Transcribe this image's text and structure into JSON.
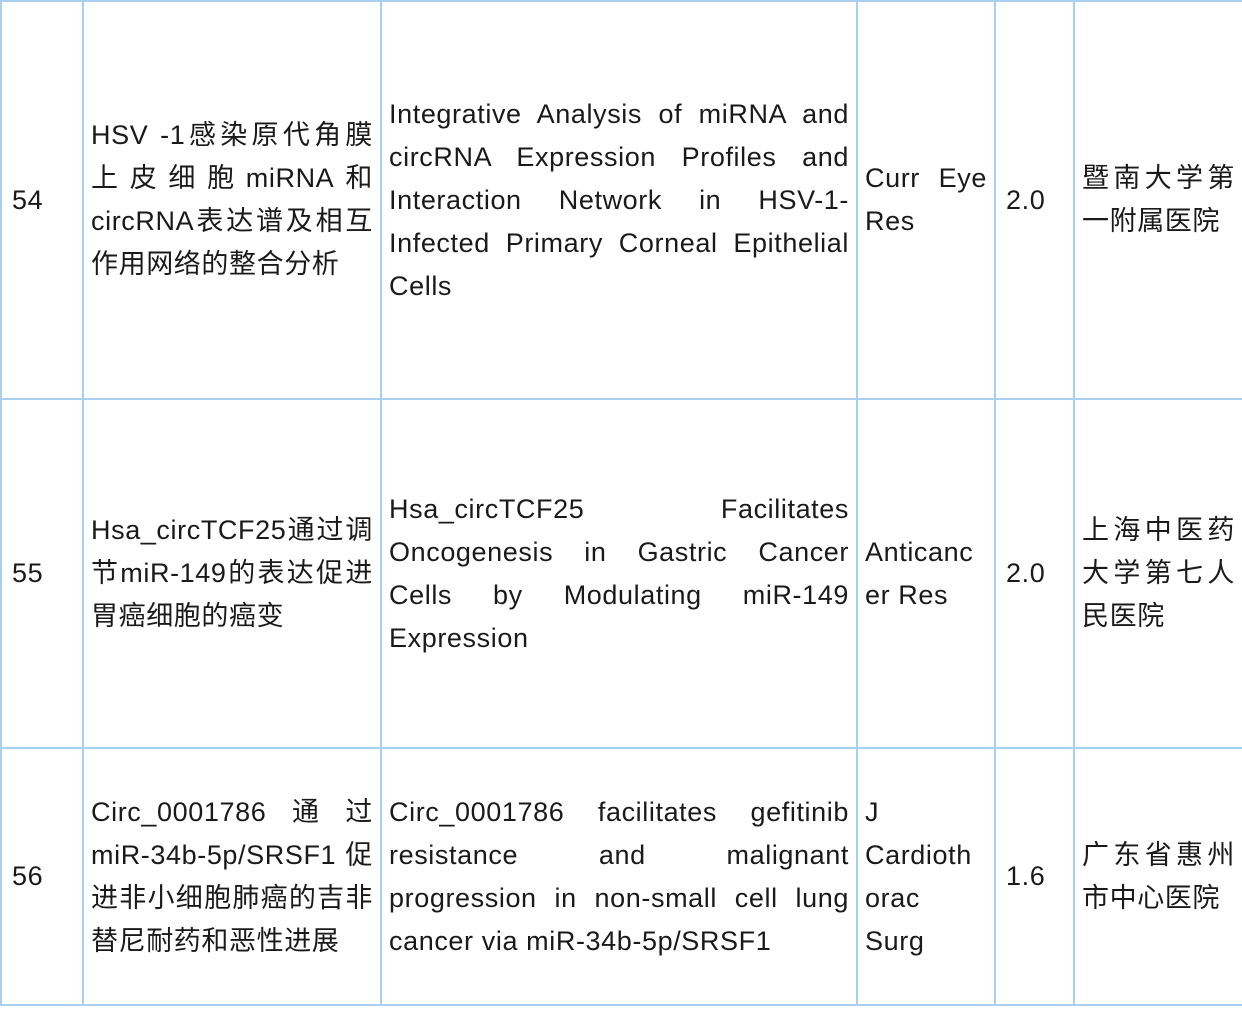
{
  "rows": [
    {
      "no": "54",
      "cn_title": "HSV -1感染原代角膜上皮细胞miRNA和circRNA表达谱及相互作用网络的整合分析",
      "en_title": "Integrative Analysis of miRNA and circRNA Expression Profiles and Interaction Network in HSV-1-Infected Primary Corneal Epithelial Cells",
      "journal": "Curr Eye Res",
      "impact_factor": "2.0",
      "institution": "暨南大学第一附属医院"
    },
    {
      "no": "55",
      "cn_title": "Hsa_circTCF25通过调节miR-149的表达促进胃癌细胞的癌变",
      "en_title": "Hsa_circTCF25 Facilitates Oncogenesis in Gastric Cancer Cells by Modulating miR-149 Expression",
      "journal": "Anticancer Res",
      "impact_factor": "2.0",
      "institution": "上海中医药大学第七人民医院"
    },
    {
      "no": "56",
      "cn_title": "Circ_0001786通过miR-34b-5p/SRSF1促进非小细胞肺癌的吉非替尼耐药和恶性进展",
      "en_title": "Circ_0001786 facilitates gefitinib resistance and malignant progression in non-small cell lung cancer via miR-34b-5p/SRSF1",
      "journal": "J Cardiothorac Surg",
      "impact_factor": "1.6",
      "institution": "广东省惠州市中心医院"
    }
  ]
}
